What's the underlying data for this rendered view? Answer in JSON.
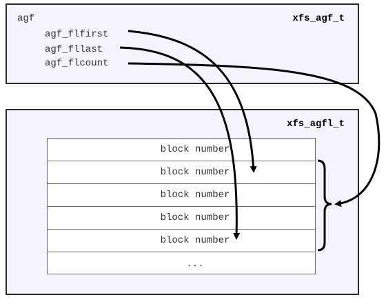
{
  "agf_box": {
    "label": "agf",
    "struct_name": "xfs_agf_t",
    "fields": [
      "agf_flfirst",
      "agf_fllast",
      "agf_flcount"
    ]
  },
  "agfl_box": {
    "struct_name": "xfs_agfl_t",
    "rows": [
      "block number",
      "block number",
      "block number",
      "block number",
      "block number",
      "..."
    ]
  }
}
